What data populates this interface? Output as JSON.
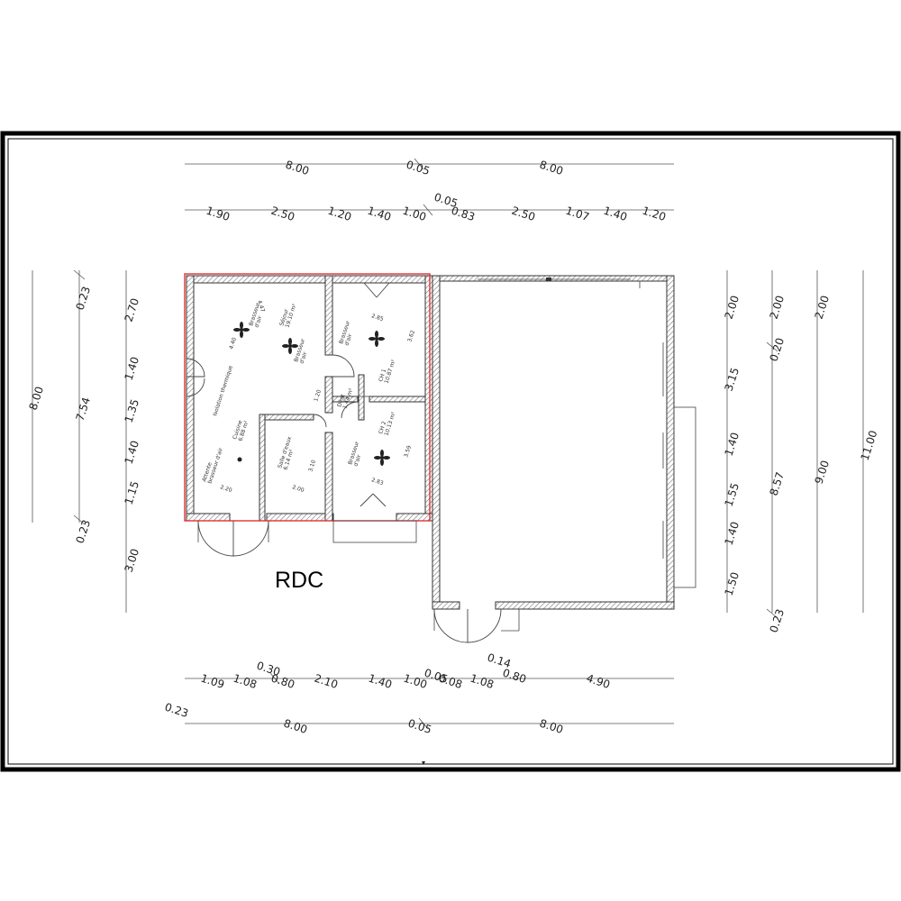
{
  "title": "RDC",
  "dims": {
    "top1": [
      "8.00",
      "0.05",
      "8.00"
    ],
    "top2": [
      "1.90",
      "2.50",
      "1.20",
      "1.40",
      "1.00",
      "0.05",
      "0.83",
      "2.50",
      "1.07",
      "1.40",
      "1.20"
    ],
    "left1": [
      "0.23",
      "8.00",
      "0.23"
    ],
    "left2": [
      "2.70",
      "7.54",
      "1.40",
      "1.35",
      "1.40",
      "1.15",
      "3.00"
    ],
    "right1": [
      "2.00",
      "3.15",
      "1.40",
      "1.55",
      "1.40",
      "1.50"
    ],
    "right2": [
      "2.00",
      "0.20",
      "8.57",
      "0.23"
    ],
    "right3": [
      "2.00",
      "9.00",
      "11.00"
    ],
    "bottom1": [
      "1.09",
      "1.08",
      "0.30",
      "0.80",
      "2.10",
      "1.40",
      "1.00",
      "0.05",
      "0.08",
      "1.08",
      "0.14",
      "0.80",
      "4.90"
    ],
    "bottom2": [
      "0.23",
      "8.00",
      "0.05",
      "8.00"
    ]
  },
  "rooms": {
    "sejour": "Séjour\n19.10 m²",
    "cuisine": "Cuisine\n6.88 m²",
    "isolation": "Isolation thermique",
    "attente": "Attente\nbrasseur d'air",
    "salle_eau": "Salle d'eaux\n6.14 m²",
    "degt": "Degt\n1.44 m²",
    "ch1": "CH 1\n10.87 m²",
    "ch2": "CH 2\n10.13 m²",
    "brasseur": "Brasseur\nd'air"
  },
  "room_dims": [
    "4.47",
    "4.40",
    "1.20",
    "2.85",
    "3.62",
    "2.20",
    "2.00",
    "3.10",
    "3.59",
    "2.83"
  ]
}
